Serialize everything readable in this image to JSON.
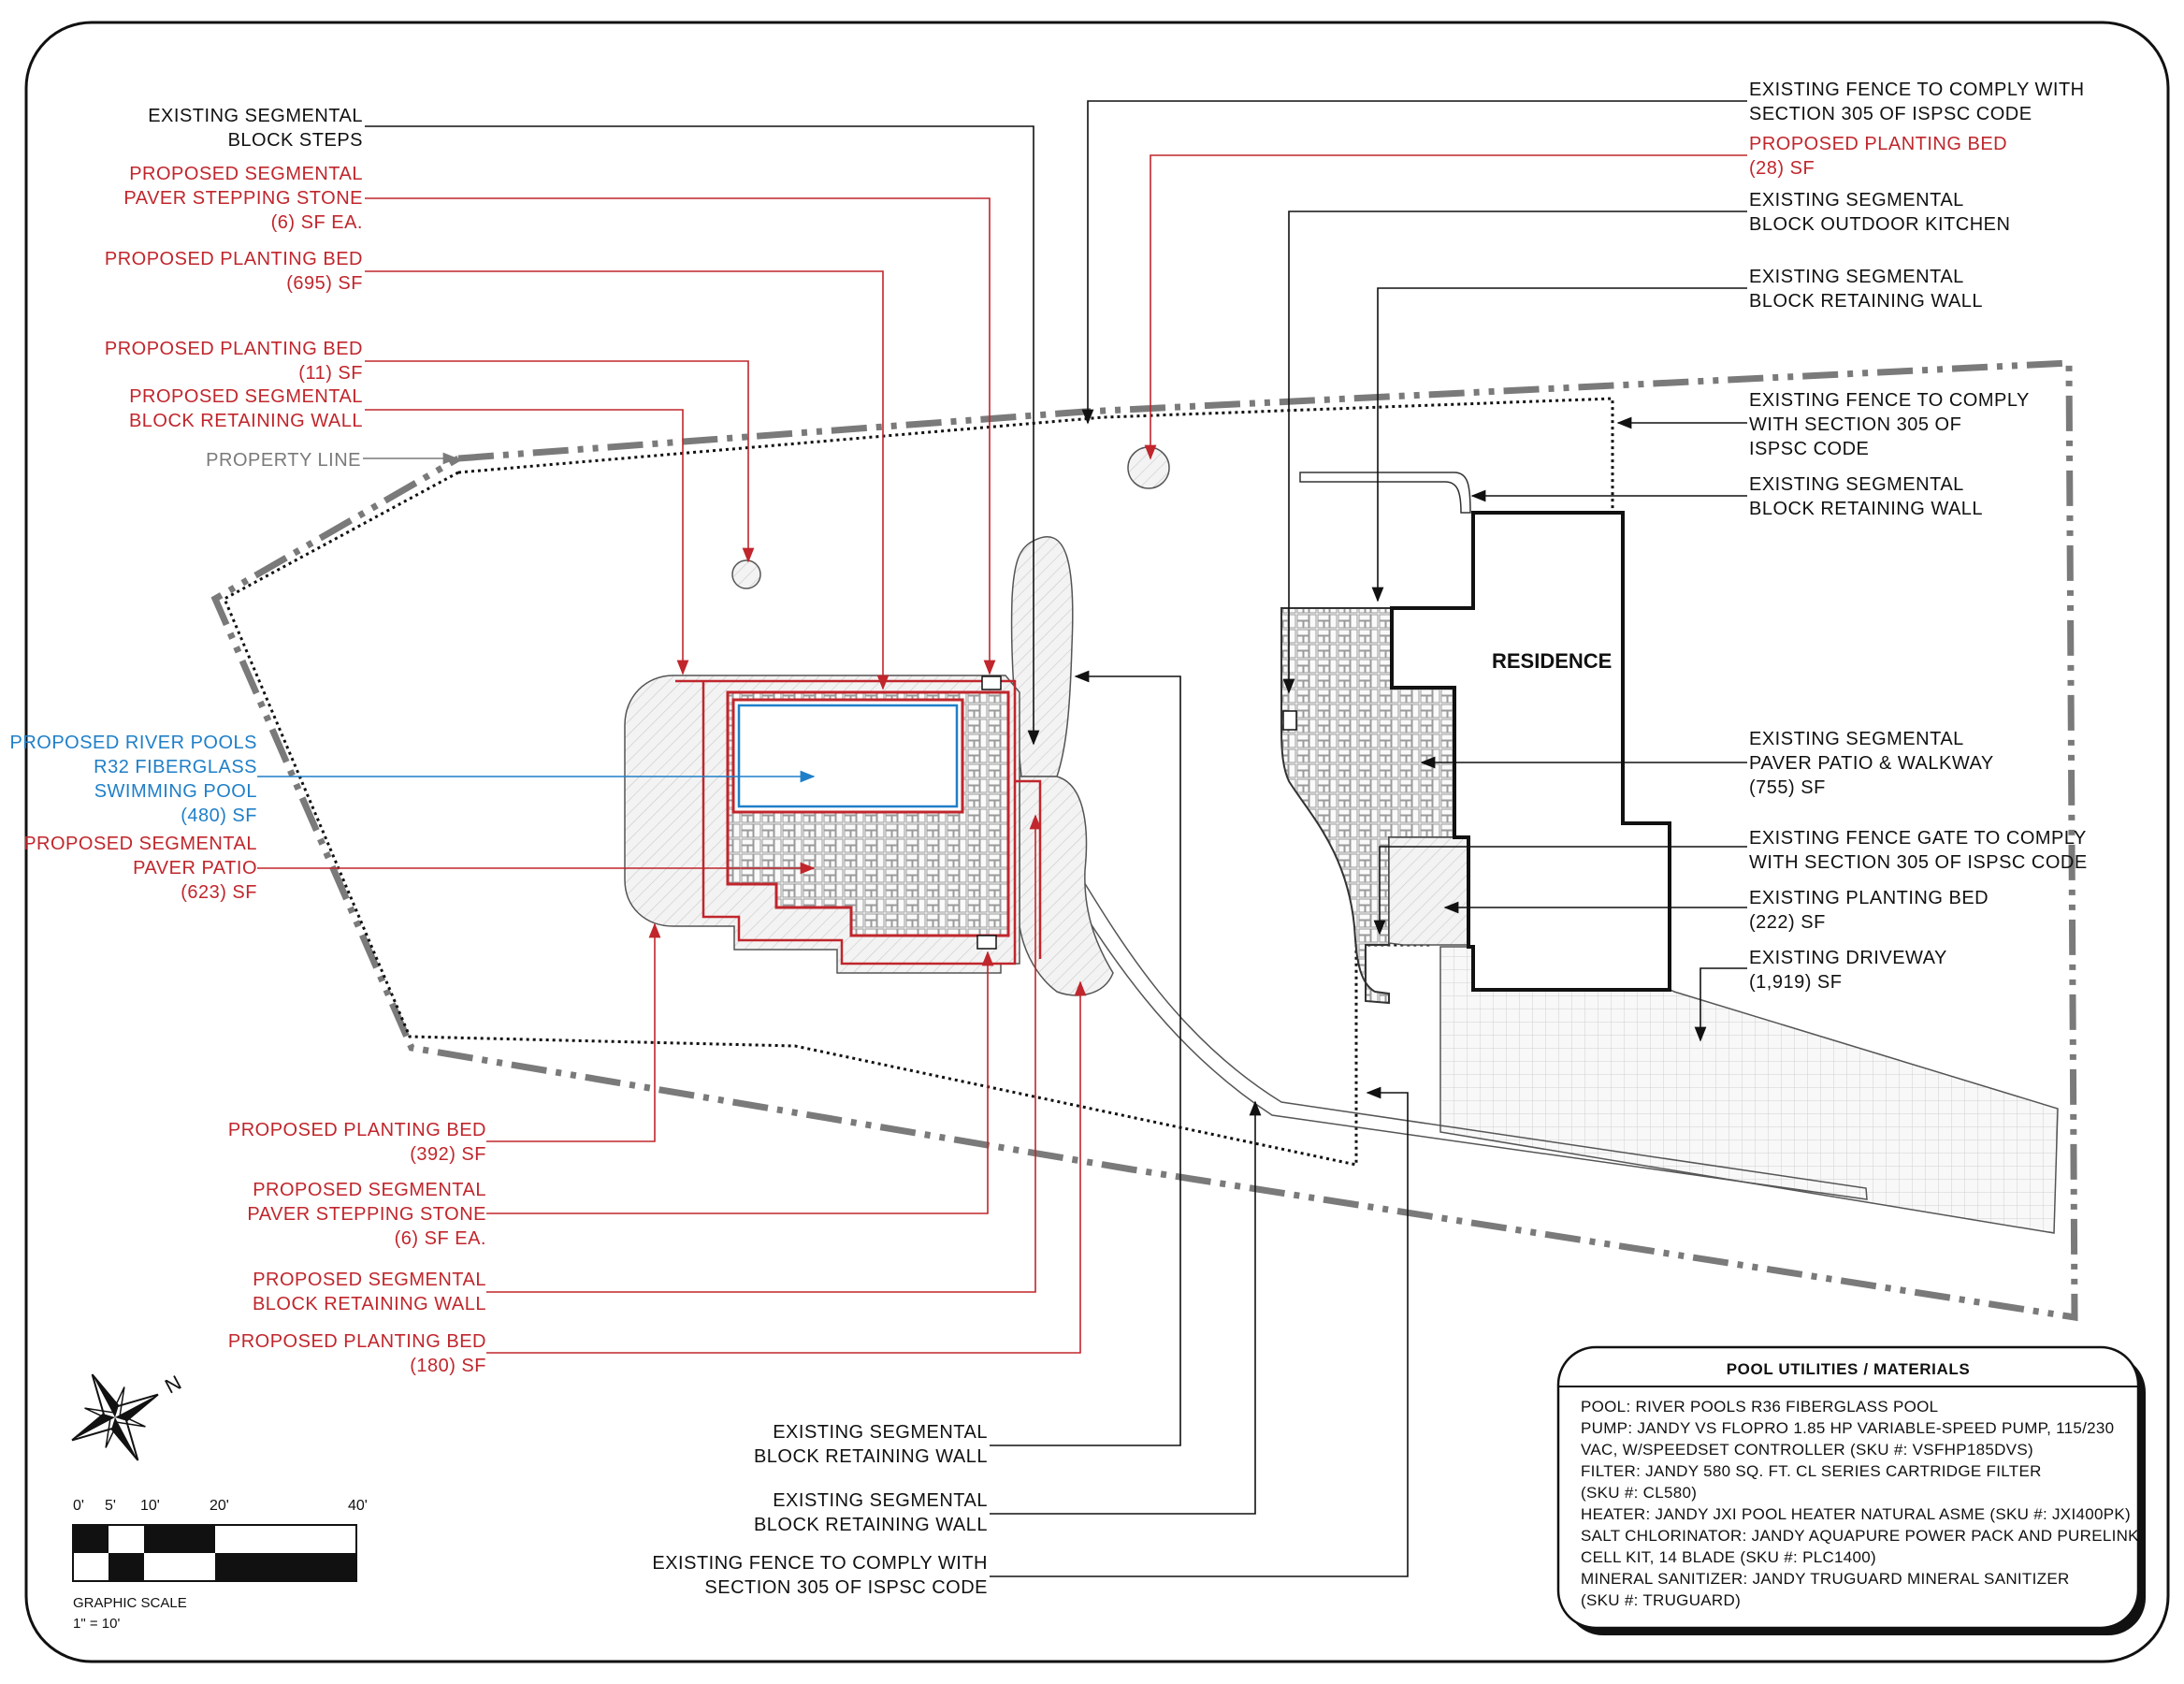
{
  "residence_label": "RESIDENCE",
  "property_line_label": "PROPERTY LINE",
  "left_labels": [
    {
      "lines": [
        "EXISTING SEGMENTAL",
        "BLOCK STEPS"
      ]
    },
    {
      "lines": [
        "PROPOSED SEGMENTAL",
        "PAVER STEPPING STONE",
        "(6) SF EA."
      ]
    },
    {
      "lines": [
        "PROPOSED PLANTING BED",
        "(695) SF"
      ]
    },
    {
      "lines": [
        "PROPOSED PLANTING BED",
        "(11) SF"
      ]
    },
    {
      "lines": [
        "PROPOSED SEGMENTAL",
        "BLOCK RETAINING WALL"
      ]
    },
    {
      "lines": [
        "PROPOSED RIVER POOLS",
        "R32 FIBERGLASS",
        "SWIMMING POOL",
        "(480) SF"
      ]
    },
    {
      "lines": [
        "PROPOSED SEGMENTAL",
        "PAVER PATIO",
        "(623) SF"
      ]
    }
  ],
  "bottom_labels": [
    {
      "lines": [
        "PROPOSED PLANTING BED",
        "(392) SF"
      ]
    },
    {
      "lines": [
        "PROPOSED SEGMENTAL",
        "PAVER STEPPING STONE",
        "(6) SF EA."
      ]
    },
    {
      "lines": [
        "PROPOSED SEGMENTAL",
        "BLOCK RETAINING WALL"
      ]
    },
    {
      "lines": [
        "PROPOSED PLANTING BED",
        "(180) SF"
      ]
    },
    {
      "lines": [
        "EXISTING SEGMENTAL",
        "BLOCK RETAINING WALL"
      ]
    },
    {
      "lines": [
        "EXISTING SEGMENTAL",
        "BLOCK RETAINING WALL"
      ]
    },
    {
      "lines": [
        "EXISTING FENCE TO COMPLY WITH",
        "SECTION 305 OF ISPSC CODE"
      ]
    }
  ],
  "right_labels": [
    {
      "lines": [
        "EXISTING FENCE TO COMPLY WITH",
        "SECTION 305 OF ISPSC CODE"
      ]
    },
    {
      "lines": [
        "PROPOSED PLANTING BED",
        "(28) SF"
      ]
    },
    {
      "lines": [
        "EXISTING SEGMENTAL",
        "BLOCK OUTDOOR KITCHEN"
      ]
    },
    {
      "lines": [
        "EXISTING SEGMENTAL",
        "BLOCK RETAINING WALL"
      ]
    },
    {
      "lines": [
        "EXISTING FENCE TO COMPLY",
        "WITH SECTION 305 OF",
        "ISPSC CODE"
      ]
    },
    {
      "lines": [
        "EXISTING SEGMENTAL",
        "BLOCK RETAINING WALL"
      ]
    },
    {
      "lines": [
        "EXISTING SEGMENTAL",
        "PAVER PATIO & WALKWAY",
        "(755) SF"
      ]
    },
    {
      "lines": [
        "EXISTING FENCE GATE TO COMPLY",
        "WITH SECTION 305 OF ISPSC CODE"
      ]
    },
    {
      "lines": [
        "EXISTING PLANTING BED",
        "(222) SF"
      ]
    },
    {
      "lines": [
        "EXISTING DRIVEWAY",
        "(1,919) SF"
      ]
    }
  ],
  "north_arrow_label": "N",
  "graphic_scale": {
    "ticks": [
      "0'",
      "5'",
      "10'",
      "20'",
      "40'"
    ],
    "title": "GRAPHIC SCALE",
    "ratio": "1\" = 10'"
  },
  "utilities": {
    "title": "POOL UTILITIES / MATERIALS",
    "lines": [
      "POOL: RIVER POOLS R36 FIBERGLASS POOL",
      "PUMP: JANDY VS FLOPRO 1.85 HP VARIABLE-SPEED PUMP, 115/230",
      "VAC, W/SPEEDSET CONTROLLER (SKU #: VSFHP185DVS)",
      "FILTER: JANDY 580 SQ. FT. CL SERIES CARTRIDGE FILTER",
      "(SKU #: CL580)",
      "HEATER: JANDY JXI POOL HEATER NATURAL ASME (SKU #: JXI400PK)",
      "SALT CHLORINATOR: JANDY AQUAPURE POWER PACK AND PURELINK",
      "CELL KIT, 14 BLADE (SKU #: PLC1400)",
      "MINERAL SANITIZER: JANDY TRUGUARD MINERAL SANITIZER",
      "(SKU #: TRUGUARD)"
    ]
  },
  "colors": {
    "existing": "#111111",
    "proposed": "#c0262c",
    "pool": "#1f7fc8",
    "property_line": "#7a7a7a"
  }
}
